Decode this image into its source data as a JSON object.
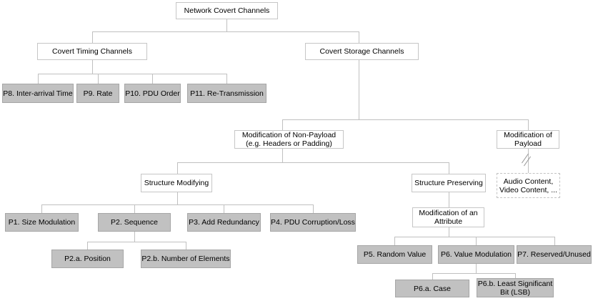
{
  "diagram": {
    "colors": {
      "gray_node_fill": "#c1c1c1",
      "gray_node_border": "#a6a6a6",
      "white_node_border": "#c6c6c6",
      "connector": "#c0c0c0",
      "text": "#000000"
    },
    "nodes": {
      "root": {
        "label": "Network Covert Channels"
      },
      "timing": {
        "label": "Covert Timing Channels"
      },
      "storage": {
        "label": "Covert Storage Channels"
      },
      "p8": {
        "label": "P8. Inter-arrival Time"
      },
      "p9": {
        "label": "P9. Rate"
      },
      "p10": {
        "label": "P10. PDU Order"
      },
      "p11": {
        "label": "P11. Re-Transmission"
      },
      "nonpayload": {
        "lines": [
          "Modification of Non-Payload",
          "(e.g. Headers or Padding)"
        ]
      },
      "payload": {
        "lines": [
          "Modification of",
          "Payload"
        ]
      },
      "structmod": {
        "label": "Structure Modifying"
      },
      "structpres": {
        "label": "Structure Preserving"
      },
      "audio": {
        "lines": [
          "Audio Content,",
          "Video Content, ..."
        ]
      },
      "p1": {
        "label": "P1. Size Modulation"
      },
      "p2": {
        "label": "P2. Sequence"
      },
      "p3": {
        "label": "P3. Add Redundancy"
      },
      "p4": {
        "label": "P4. PDU Corruption/Loss"
      },
      "modattr": {
        "lines": [
          "Modification of an",
          "Attribute"
        ]
      },
      "p2a": {
        "label": "P2.a. Position"
      },
      "p2b": {
        "label": "P2.b. Number of Elements"
      },
      "p5": {
        "label": "P5. Random Value"
      },
      "p6": {
        "label": "P6. Value Modulation"
      },
      "p7": {
        "label": "P7. Reserved/Unused"
      },
      "p6a": {
        "label": "P6.a. Case"
      },
      "p6b": {
        "lines": [
          "P6.b. Least Significant",
          "Bit (LSB)"
        ]
      }
    }
  }
}
